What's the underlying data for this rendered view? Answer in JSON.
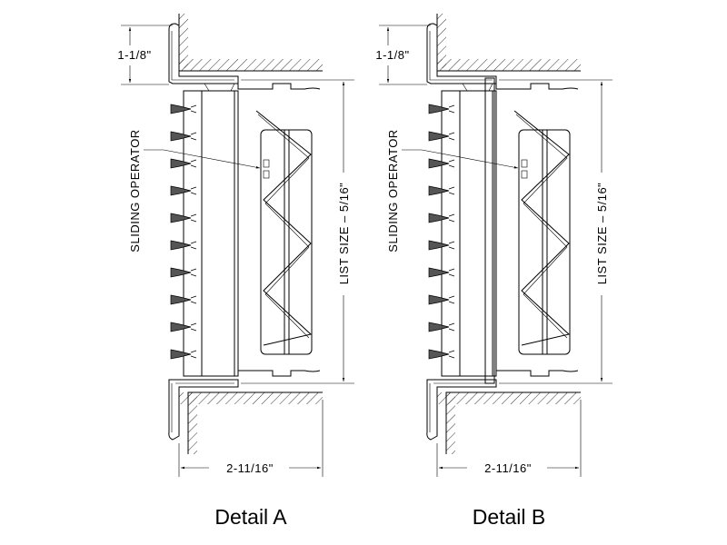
{
  "details": [
    {
      "title": "Detail A",
      "height_dim": "1-1/8\"",
      "operator_label": "SLIDING OPERATOR",
      "list_size_label": "LIST SIZE  –  5/16\"",
      "width_dim": "2-11/16\""
    },
    {
      "title": "Detail B",
      "height_dim": "1-1/8\"",
      "operator_label": "SLIDING OPERATOR",
      "list_size_label": "LIST SIZE  –  5/16\"",
      "width_dim": "2-11/16\""
    }
  ]
}
